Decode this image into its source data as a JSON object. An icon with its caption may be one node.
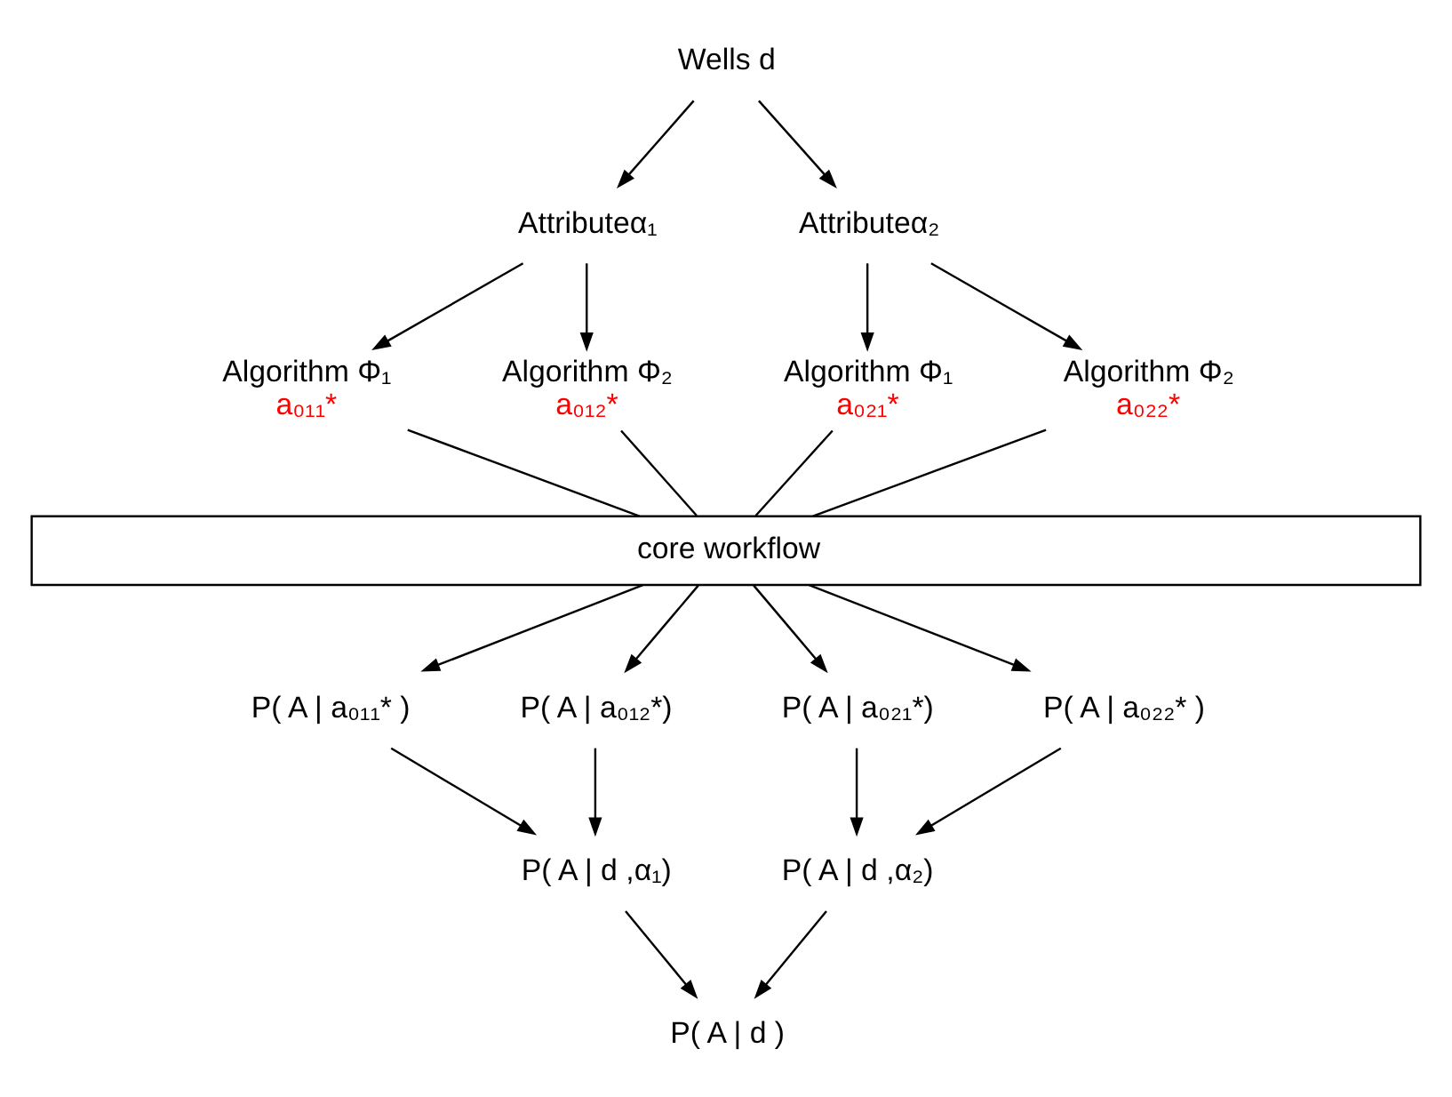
{
  "diagram": {
    "nodes": [
      {
        "text": [
          "Wells d"
        ]
      },
      {
        "text": [
          "Attributeα₁"
        ]
      },
      {
        "text": [
          "Attributeα₂"
        ]
      },
      {
        "text": [
          "Algorithm Φ₁",
          "a₀₁₁*"
        ]
      },
      {
        "text": [
          "Algorithm Φ₂",
          "a₀₁₂*"
        ]
      },
      {
        "text": [
          "Algorithm Φ₁",
          "a₀₂₁*"
        ]
      },
      {
        "text": [
          "Algorithm Φ₂",
          "a₀₂₂*"
        ]
      },
      {
        "text": [
          "core workflow"
        ]
      },
      {
        "text": [
          "P( A | a₀₁₁* )"
        ]
      },
      {
        "text": [
          "P( A | a₀₁₂*)"
        ]
      },
      {
        "text": [
          "P( A | a₀₂₁*)"
        ]
      },
      {
        "text": [
          "P( A | a₀₂₂* )"
        ]
      },
      {
        "text": [
          "P( A | d ,α₁)"
        ]
      },
      {
        "text": [
          "P( A | d ,α₂)"
        ]
      },
      {
        "text": [
          "P( A | d )"
        ]
      }
    ],
    "edges": [
      {
        "from": 0,
        "to": 1,
        "arrow": "to"
      },
      {
        "from": 0,
        "to": 2,
        "arrow": "to"
      },
      {
        "from": 1,
        "to": 3,
        "arrow": "to"
      },
      {
        "from": 1,
        "to": 4,
        "arrow": "to"
      },
      {
        "from": 2,
        "to": 5,
        "arrow": "to"
      },
      {
        "from": 2,
        "to": 6,
        "arrow": "to"
      },
      {
        "from": 3,
        "to": 7,
        "arrow": "none"
      },
      {
        "from": 4,
        "to": 7,
        "arrow": "none"
      },
      {
        "from": 5,
        "to": 7,
        "arrow": "none"
      },
      {
        "from": 6,
        "to": 7,
        "arrow": "none"
      },
      {
        "from": 7,
        "to": 8,
        "arrow": "to"
      },
      {
        "from": 7,
        "to": 9,
        "arrow": "to"
      },
      {
        "from": 7,
        "to": 10,
        "arrow": "to"
      },
      {
        "from": 7,
        "to": 11,
        "arrow": "to"
      },
      {
        "from": 8,
        "to": 12,
        "arrow": "to"
      },
      {
        "from": 9,
        "to": 12,
        "arrow": "to"
      },
      {
        "from": 10,
        "to": 13,
        "arrow": "to"
      },
      {
        "from": 11,
        "to": 13,
        "arrow": "to"
      },
      {
        "from": 12,
        "to": 14,
        "arrow": "to"
      },
      {
        "from": 13,
        "to": 14,
        "arrow": "to"
      }
    ]
  }
}
